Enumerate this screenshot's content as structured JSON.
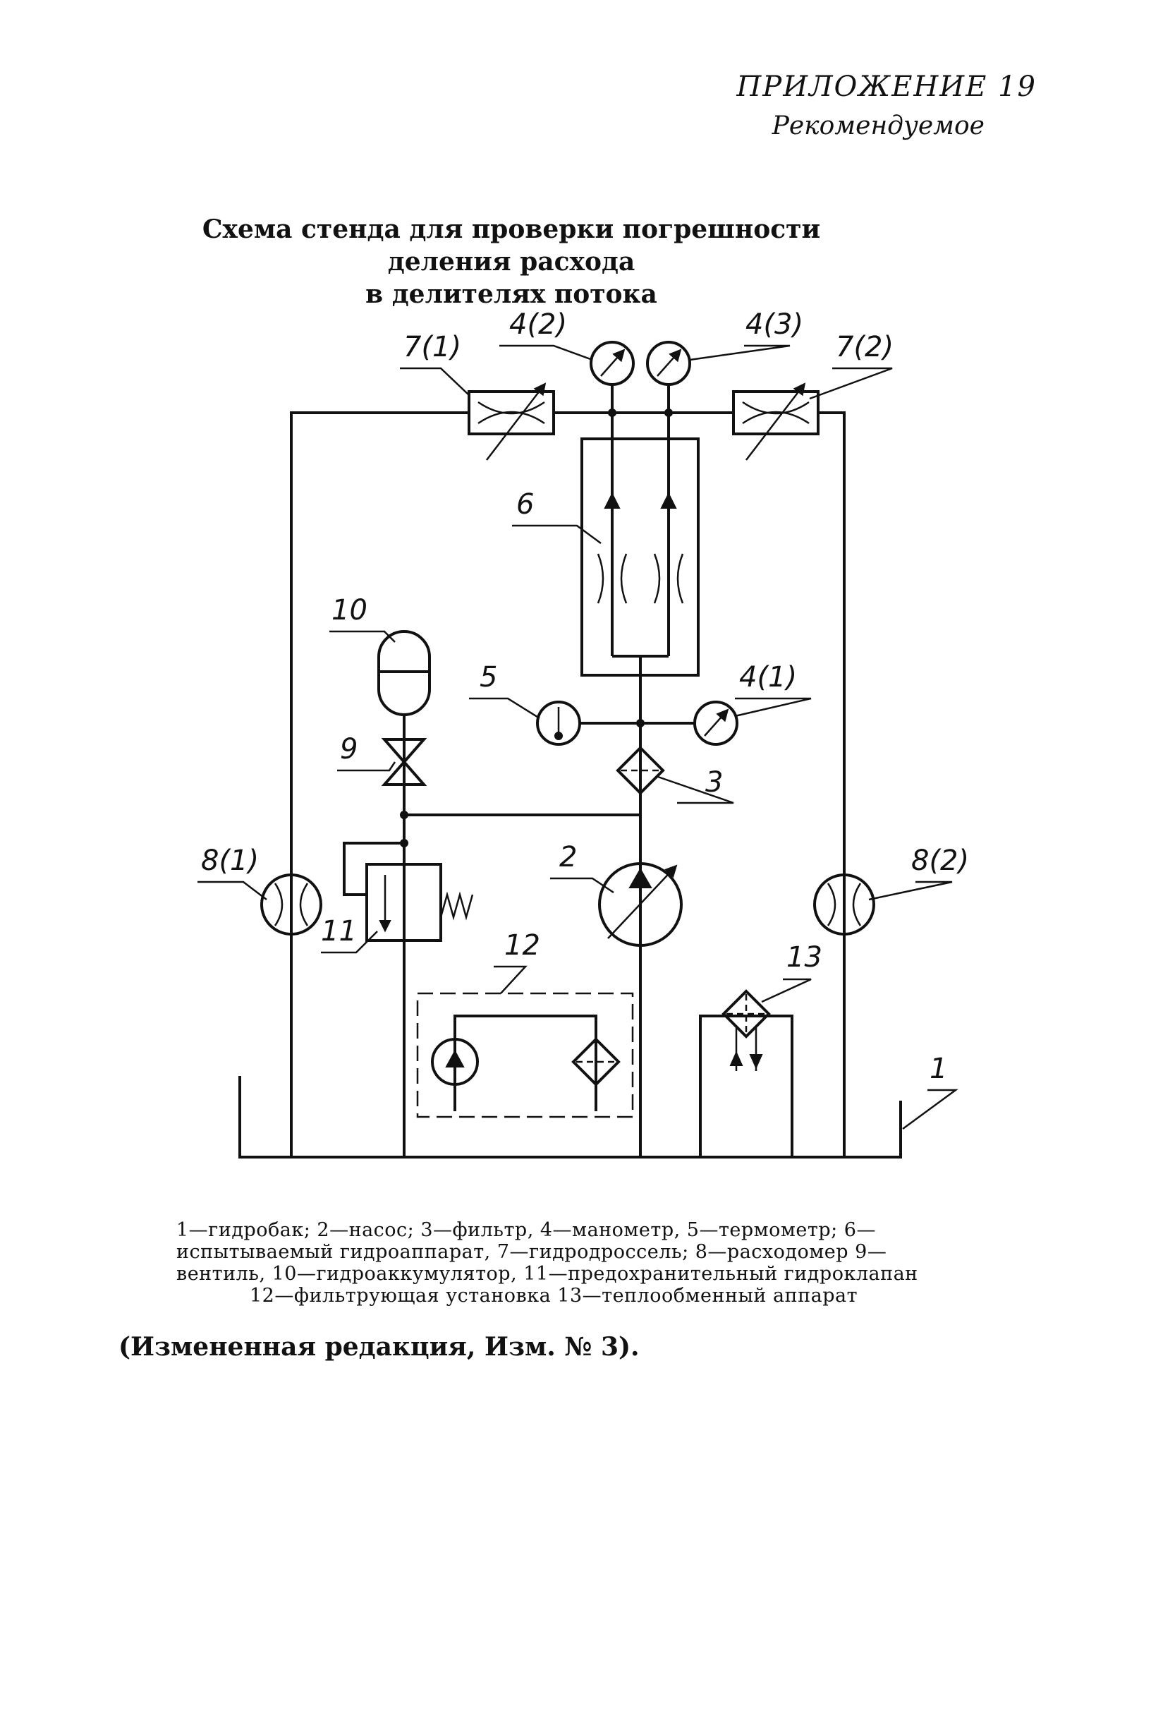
{
  "header": {
    "appendix": "ПРИЛОЖЕНИЕ 19",
    "recommended": "Рекомендуемое"
  },
  "title": {
    "line1": "Схема стенда для проверки погрешности деления расхода",
    "line2": "в делителях потока"
  },
  "diagram_labels": {
    "l7_1": "7(1)",
    "l4_2": "4(2)",
    "l4_3": "4(3)",
    "l7_2": "7(2)",
    "l6": "6",
    "l10": "10",
    "l5": "5",
    "l4_1": "4(1)",
    "l9": "9",
    "l3": "3",
    "l8_1": "8(1)",
    "l2": "2",
    "l8_2": "8(2)",
    "l11": "11",
    "l12": "12",
    "l13": "13",
    "l1": "1"
  },
  "legend": {
    "line1": "1—гидробак; 2—насос; 3—фильтр, 4—манометр, 5—термометр; 6—",
    "line2": "испытываемый гидроаппарат, 7—гидродроссель; 8—расходомер 9—",
    "line3": "вентиль, 10—гидроаккумулятор, 11—предохранительный гидроклапан",
    "line4": "12—фильтрующая установка 13—теплообменный аппарат"
  },
  "note": "(Измененная редакция, Изм. № 3)."
}
